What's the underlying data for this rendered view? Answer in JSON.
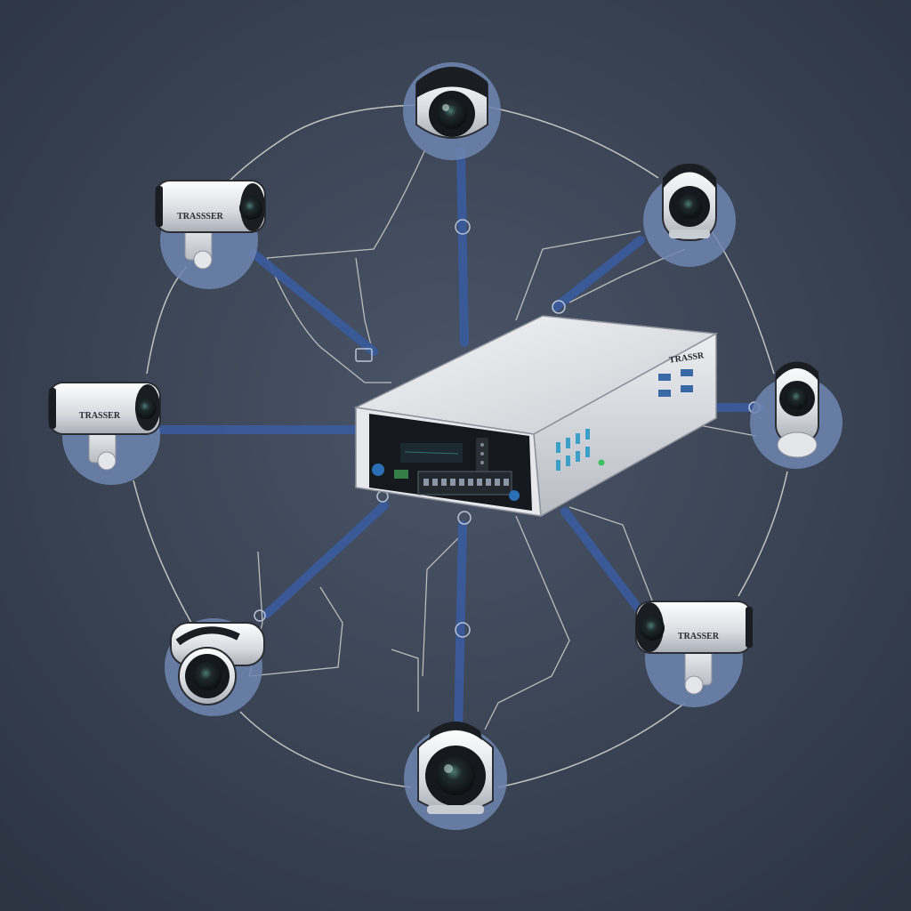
{
  "colors": {
    "background": "#3f4a5c",
    "background_edge": "#2b3341",
    "link": "#3a5a9a",
    "node_disc": "#6f86b0",
    "wire": "#d9d9cf",
    "camera_body": "#e9ebef",
    "lens": "#1a1d22"
  },
  "hub": {
    "icon": "network-video-recorder",
    "brand_text": "TRASSR"
  },
  "cameras": [
    {
      "id": "camera-top",
      "type": "dome",
      "icon": "dome-camera-icon",
      "brand_text": ""
    },
    {
      "id": "camera-top-right",
      "type": "dome",
      "icon": "dome-camera-icon",
      "brand_text": ""
    },
    {
      "id": "camera-right",
      "type": "dome",
      "icon": "dome-camera-icon",
      "brand_text": ""
    },
    {
      "id": "camera-bottom-right",
      "type": "bullet",
      "icon": "bullet-camera-icon",
      "brand_text": "TRASSER"
    },
    {
      "id": "camera-bottom",
      "type": "dome",
      "icon": "dome-camera-icon",
      "brand_text": ""
    },
    {
      "id": "camera-bottom-left",
      "type": "bullet-front",
      "icon": "bullet-camera-icon",
      "brand_text": ""
    },
    {
      "id": "camera-left",
      "type": "bullet",
      "icon": "bullet-camera-icon",
      "brand_text": "TRASSER"
    },
    {
      "id": "camera-top-left",
      "type": "bullet",
      "icon": "bullet-camera-icon",
      "brand_text": "TRASSSER"
    }
  ]
}
